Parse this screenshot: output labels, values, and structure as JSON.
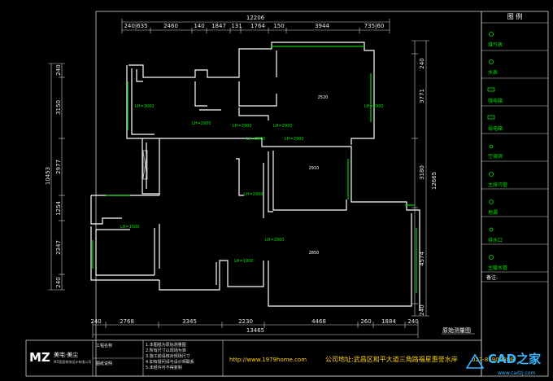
{
  "top_dims": {
    "total": "12206",
    "segments": [
      "240|635",
      "2460",
      "140",
      "1847",
      "131",
      "1764",
      "150",
      "3944",
      "735|60"
    ]
  },
  "bottom_dims": {
    "segments": [
      "240",
      "2768",
      "3345",
      "2230",
      "4468",
      "260",
      "1884",
      "240"
    ],
    "total": "13465"
  },
  "left_dims": {
    "total": "10453",
    "segments": [
      "240",
      "3150",
      "2977",
      "1254",
      "2347",
      "240"
    ]
  },
  "right_dims": {
    "total": "12665",
    "segments": [
      "240",
      "3771",
      "3180",
      "4574",
      "240"
    ]
  },
  "room_labels": [
    "2520",
    "2910",
    "2850"
  ],
  "small_labels": [
    "LH=3000",
    "LH=2900",
    "LH=2900",
    "LH=2900",
    "LH=2900",
    "LH=2900",
    "LH=2900",
    "LH=2900",
    "LH=2900",
    "LH=1900",
    "LH=1500"
  ],
  "legend": {
    "title": "图 例",
    "items": [
      "煤气表",
      "水表",
      "强电箱",
      "弱电箱",
      "空调洞",
      "主排污管",
      "地漏",
      "排水口",
      "主暖水管"
    ],
    "notes_label": "备注:"
  },
  "drawing_name": "原始测量图",
  "title_block": {
    "logo_letters": "MZ",
    "brand": "美宅·美尘",
    "brand_sub": "MZ家居装饰设计有限公司",
    "box1": "工程名称",
    "box2": "图纸说明",
    "notes": [
      "1.本图纸为原始测量图",
      "2.所有尺寸以现场为准",
      "3.施工前请核对现场尺寸",
      "4.如有疑问请与设计师联系",
      "5.未经许可不得复制"
    ],
    "website": "http://www.1979home.com",
    "address": "公司地址:武昌区和平大道三角路福星惠誉水岸",
    "phone": "027-85909686"
  },
  "watermark": {
    "brand": "CAD之家",
    "url": "www.cadzj.com"
  }
}
